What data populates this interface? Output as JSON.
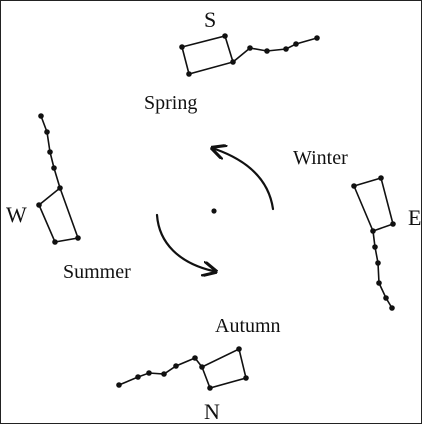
{
  "compass": {
    "north": "N",
    "south": "S",
    "east": "E",
    "west": "W"
  },
  "seasons": {
    "spring": "Spring",
    "summer": "Summer",
    "autumn": "Autumn",
    "winter": "Winter"
  }
}
